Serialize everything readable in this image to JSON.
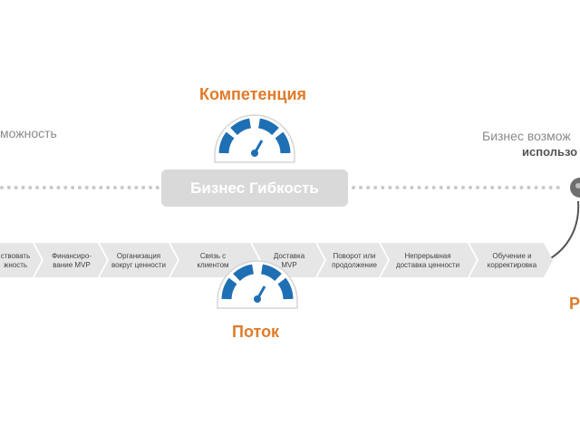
{
  "top_label": "Компетенция",
  "bottom_label": "Поток",
  "center_box": "Бизнес Гибкость",
  "left_text": "можность",
  "right_text_line1": "Бизнес возмож",
  "right_text_line2": "использо",
  "right_partial_label": "Р",
  "steps": [
    "ствовать\nжность",
    "Финансиро-\nвание MVP",
    "Организация\nвокруг ценности",
    "Связь с\nклиентом",
    "Доставка\nMVP",
    "Поворот или\nпродолжение",
    "Непрерывная\nдоставка ценности",
    "Обучение и\nкорректировка"
  ],
  "colors": {
    "accent": "#e07b2a",
    "gauge_blue": "#1f6fb5",
    "chevron": "#e6e6e6",
    "box": "#d9d9d9"
  },
  "icons": [
    "speedometer-icon",
    "speedometer-icon",
    "globe-icon"
  ]
}
